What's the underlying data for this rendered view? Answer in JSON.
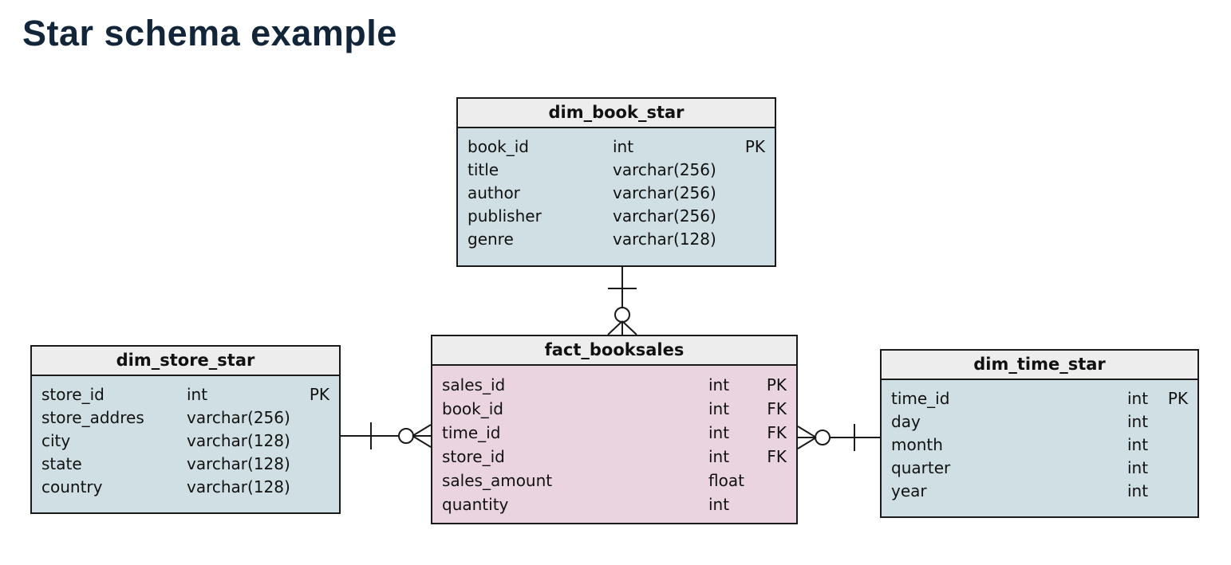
{
  "page": {
    "title": "Star schema example",
    "title_color": "#132639",
    "background": "#ffffff"
  },
  "colors": {
    "table_border": "#1a1a1a",
    "header_fill": "#ededed",
    "dimension_body_fill": "#cfdfe3",
    "fact_body_fill": "#ead4df",
    "text": "#111111"
  },
  "tables": {
    "dim_book_star": {
      "title": "dim_book_star",
      "kind": "dimension",
      "columns": [
        {
          "name": "book_id",
          "type": "int",
          "key": "PK"
        },
        {
          "name": "title",
          "type": "varchar(256)",
          "key": ""
        },
        {
          "name": "author",
          "type": "varchar(256)",
          "key": ""
        },
        {
          "name": "publisher",
          "type": "varchar(256)",
          "key": ""
        },
        {
          "name": "genre",
          "type": "varchar(128)",
          "key": ""
        }
      ]
    },
    "dim_store_star": {
      "title": "dim_store_star",
      "kind": "dimension",
      "columns": [
        {
          "name": "store_id",
          "type": "int",
          "key": "PK"
        },
        {
          "name": "store_addres",
          "type": "varchar(256)",
          "key": ""
        },
        {
          "name": "city",
          "type": "varchar(128)",
          "key": ""
        },
        {
          "name": "state",
          "type": "varchar(128)",
          "key": ""
        },
        {
          "name": "country",
          "type": "varchar(128)",
          "key": ""
        }
      ]
    },
    "fact_booksales": {
      "title": "fact_booksales",
      "kind": "fact",
      "columns": [
        {
          "name": "sales_id",
          "type": "int",
          "key": "PK"
        },
        {
          "name": "book_id",
          "type": "int",
          "key": "FK"
        },
        {
          "name": "time_id",
          "type": "int",
          "key": "FK"
        },
        {
          "name": "store_id",
          "type": "int",
          "key": "FK"
        },
        {
          "name": "sales_amount",
          "type": "float",
          "key": ""
        },
        {
          "name": "quantity",
          "type": "int",
          "key": ""
        }
      ]
    },
    "dim_time_star": {
      "title": "dim_time_star",
      "kind": "dimension",
      "columns": [
        {
          "name": "time_id",
          "type": "int",
          "key": "PK"
        },
        {
          "name": "day",
          "type": "int",
          "key": ""
        },
        {
          "name": "month",
          "type": "int",
          "key": ""
        },
        {
          "name": "quarter",
          "type": "int",
          "key": ""
        },
        {
          "name": "year",
          "type": "int",
          "key": ""
        }
      ]
    }
  },
  "relationships": [
    {
      "from": "dim_book_star",
      "to": "fact_booksales",
      "from_cardinality": "one",
      "to_cardinality": "zero-or-many",
      "notation": "crow-foot"
    },
    {
      "from": "dim_store_star",
      "to": "fact_booksales",
      "from_cardinality": "one",
      "to_cardinality": "zero-or-many",
      "notation": "crow-foot"
    },
    {
      "from": "dim_time_star",
      "to": "fact_booksales",
      "from_cardinality": "one",
      "to_cardinality": "zero-or-many",
      "notation": "crow-foot"
    }
  ]
}
